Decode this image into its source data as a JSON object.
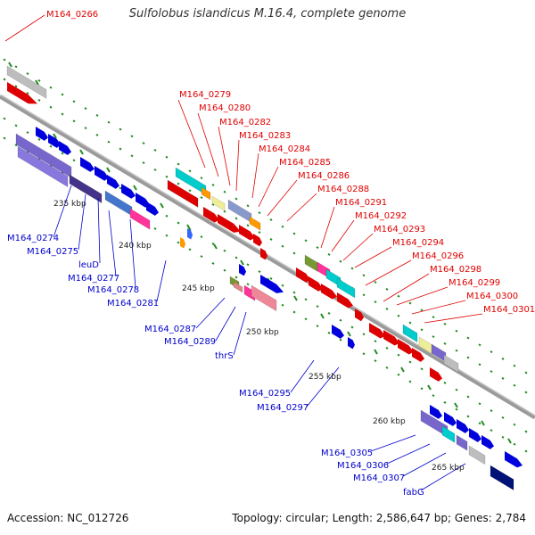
{
  "title": "Sulfolobus islandicus M.16.4, complete genome",
  "footer": {
    "accession": "Accession: NC_012726",
    "summary": "Topology: circular; Length: 2,586,647 bp; Genes: 2,784"
  },
  "colors": {
    "forward_label": "#e00000",
    "reverse_label": "#0000cc",
    "backbone": "#888888",
    "tick": "#228b22"
  },
  "ticks": [
    "235 kbp",
    "240 kbp",
    "245 kbp",
    "250 kbp",
    "255 kbp",
    "260 kbp",
    "265 kbp"
  ],
  "top_labels": [
    "M164_0266",
    "M164_0279",
    "M164_0280",
    "M164_0282",
    "M164_0283",
    "M164_0284",
    "M164_0285",
    "M164_0286",
    "M164_0288",
    "M164_0291",
    "M164_0292",
    "M164_0293",
    "M164_0294",
    "M164_0296",
    "M164_0298",
    "M164_0299",
    "M164_0300",
    "M164_0301"
  ],
  "bottom_labels": [
    "M164_0274",
    "M164_0275",
    "leuD",
    "M164_0277",
    "M164_0278",
    "M164_0281",
    "M164_0287",
    "M164_0289",
    "thrS",
    "M164_0295",
    "M164_0297",
    "M164_0305",
    "M164_0306",
    "M164_0307",
    "fabG"
  ]
}
